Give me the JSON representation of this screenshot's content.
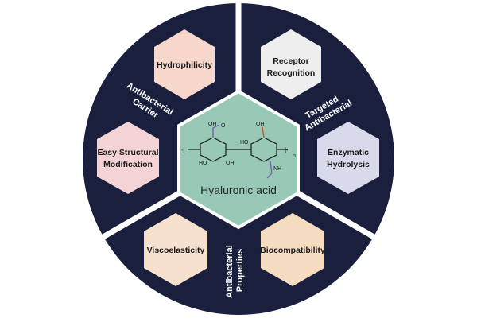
{
  "center": {
    "label": "Hyaluronic acid",
    "molecule": {
      "oh_top": "OH",
      "o_top": "O",
      "ho_left": "HO",
      "oh_bottom": "OH",
      "ho_right": "HO",
      "oh_red": "OH",
      "nh": "NH",
      "n_sub": "n",
      "bracket_left": "-[",
      "bracket_right": "]-"
    }
  },
  "sectors": [
    {
      "label_line1": "Antibacterial",
      "label_line2": "Carrier"
    },
    {
      "label_line1": "Targeted",
      "label_line2": "Antibacterial"
    },
    {
      "label_line1": "Antibacterial",
      "label_line2": "Properties"
    }
  ],
  "hexagons": {
    "hydrophilicity": {
      "line1": "Hydrophilicity",
      "line2": "",
      "color": "#f7d6cc"
    },
    "easy_modification": {
      "line1": "Easy Structural",
      "line2": "Modification",
      "color": "#f3d3d5"
    },
    "receptor_recognition": {
      "line1": "Receptor",
      "line2": "Recognition",
      "color": "#eeeeee"
    },
    "enzymatic_hydrolysis": {
      "line1": "Enzymatic",
      "line2": "Hydrolysis",
      "color": "#d8d9ea"
    },
    "viscoelasticity": {
      "line1": "Viscoelasticity",
      "line2": "",
      "color": "#f6e1cf"
    },
    "biocompatibility": {
      "line1": "Biocompatibility",
      "line2": "",
      "color": "#f5dcc0"
    }
  },
  "colors": {
    "disk": "#1a1f3d",
    "center_hex": "#98c9b6",
    "purple_group": "#7d5fb0",
    "red_group": "#d2522e"
  }
}
